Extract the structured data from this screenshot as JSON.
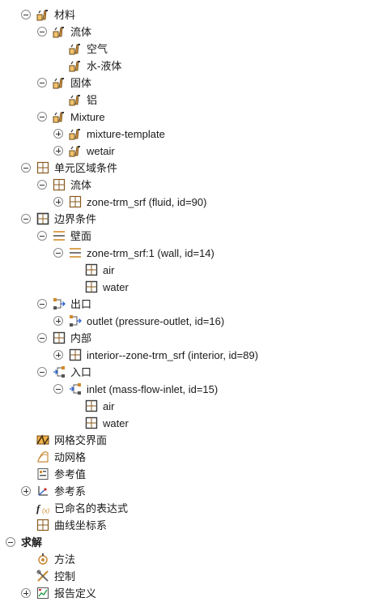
{
  "tree": [
    {
      "id": "materials",
      "label": "材料",
      "level": 1,
      "toggle": "minus",
      "icon": "material-icon"
    },
    {
      "id": "fluid-materials",
      "label": "流体",
      "level": 2,
      "toggle": "minus",
      "icon": "material-icon"
    },
    {
      "id": "air-material",
      "label": "空气",
      "level": 3,
      "toggle": "none",
      "icon": "material-icon"
    },
    {
      "id": "water-liquid",
      "label": "水-液体",
      "level": 3,
      "toggle": "none",
      "icon": "material-icon"
    },
    {
      "id": "solid-materials",
      "label": "固体",
      "level": 2,
      "toggle": "minus",
      "icon": "material-icon"
    },
    {
      "id": "aluminum",
      "label": "铝",
      "level": 3,
      "toggle": "none",
      "icon": "material-icon"
    },
    {
      "id": "mixture",
      "label": "Mixture",
      "level": 2,
      "toggle": "minus",
      "icon": "material-icon"
    },
    {
      "id": "mixture-template",
      "label": "mixture-template",
      "level": 3,
      "toggle": "plus",
      "icon": "material-icon"
    },
    {
      "id": "wetair",
      "label": "wetair",
      "level": 3,
      "toggle": "plus",
      "icon": "material-icon"
    },
    {
      "id": "cell-zone-conditions",
      "label": "单元区域条件",
      "level": 1,
      "toggle": "minus",
      "icon": "grid-icon"
    },
    {
      "id": "cell-zone-fluid",
      "label": "流体",
      "level": 2,
      "toggle": "minus",
      "icon": "grid-icon"
    },
    {
      "id": "zone-trm-srf",
      "label": "zone-trm_srf (fluid, id=90)",
      "level": 3,
      "toggle": "plus",
      "icon": "grid-icon"
    },
    {
      "id": "boundary-conditions",
      "label": "边界条件",
      "level": 1,
      "toggle": "minus",
      "icon": "boundary-grid-icon"
    },
    {
      "id": "wall-group",
      "label": "壁面",
      "level": 2,
      "toggle": "minus",
      "icon": "wall-icon"
    },
    {
      "id": "wall-zone",
      "label": "zone-trm_srf:1 (wall, id=14)",
      "level": 3,
      "toggle": "minus",
      "icon": "wall-icon"
    },
    {
      "id": "wall-air",
      "label": "air",
      "level": 4,
      "toggle": "none",
      "icon": "phase-grid-icon"
    },
    {
      "id": "wall-water",
      "label": "water",
      "level": 4,
      "toggle": "none",
      "icon": "phase-grid-icon"
    },
    {
      "id": "outlet-group",
      "label": "出口",
      "level": 2,
      "toggle": "minus",
      "icon": "outlet-icon"
    },
    {
      "id": "outlet",
      "label": "outlet (pressure-outlet, id=16)",
      "level": 3,
      "toggle": "plus",
      "icon": "outlet-icon"
    },
    {
      "id": "interior-group",
      "label": "内部",
      "level": 2,
      "toggle": "minus",
      "icon": "phase-grid-icon"
    },
    {
      "id": "interior",
      "label": "interior--zone-trm_srf (interior, id=89)",
      "level": 3,
      "toggle": "plus",
      "icon": "phase-grid-icon"
    },
    {
      "id": "inlet-group",
      "label": "入口",
      "level": 2,
      "toggle": "minus",
      "icon": "inlet-icon"
    },
    {
      "id": "inlet",
      "label": "inlet (mass-flow-inlet, id=15)",
      "level": 3,
      "toggle": "minus",
      "icon": "inlet-icon"
    },
    {
      "id": "inlet-air",
      "label": "air",
      "level": 4,
      "toggle": "none",
      "icon": "phase-grid-icon"
    },
    {
      "id": "inlet-water",
      "label": "water",
      "level": 4,
      "toggle": "none",
      "icon": "phase-grid-icon"
    },
    {
      "id": "mesh-interfaces",
      "label": "网格交界面",
      "level": 1,
      "toggle": "none",
      "icon": "mesh-interface-icon"
    },
    {
      "id": "dynamic-mesh",
      "label": "动网格",
      "level": 1,
      "toggle": "none",
      "icon": "dynamic-mesh-icon"
    },
    {
      "id": "reference-values",
      "label": "参考值",
      "level": 1,
      "toggle": "none",
      "icon": "reference-values-icon"
    },
    {
      "id": "reference-frames",
      "label": "参考系",
      "level": 1,
      "toggle": "plus",
      "icon": "reference-frame-icon"
    },
    {
      "id": "named-expressions",
      "label": "已命名的表达式",
      "level": 1,
      "toggle": "none",
      "icon": "fx-icon"
    },
    {
      "id": "curvilinear-coords",
      "label": "曲线坐标系",
      "level": 1,
      "toggle": "none",
      "icon": "curvilinear-grid-icon"
    },
    {
      "id": "solution",
      "label": "求解",
      "level": 0,
      "toggle": "minus",
      "icon": "none",
      "bold": true
    },
    {
      "id": "methods",
      "label": "方法",
      "level": 1,
      "toggle": "none",
      "icon": "methods-icon"
    },
    {
      "id": "controls",
      "label": "控制",
      "level": 1,
      "toggle": "none",
      "icon": "controls-icon"
    },
    {
      "id": "report-definitions",
      "label": "报告定义",
      "level": 1,
      "toggle": "plus",
      "icon": "report-definitions-icon"
    }
  ],
  "colors": {
    "grid": "#8a5a1e",
    "wall": "#d08a2a",
    "accent": "#2a62c9",
    "material": "#6a4a1a"
  }
}
